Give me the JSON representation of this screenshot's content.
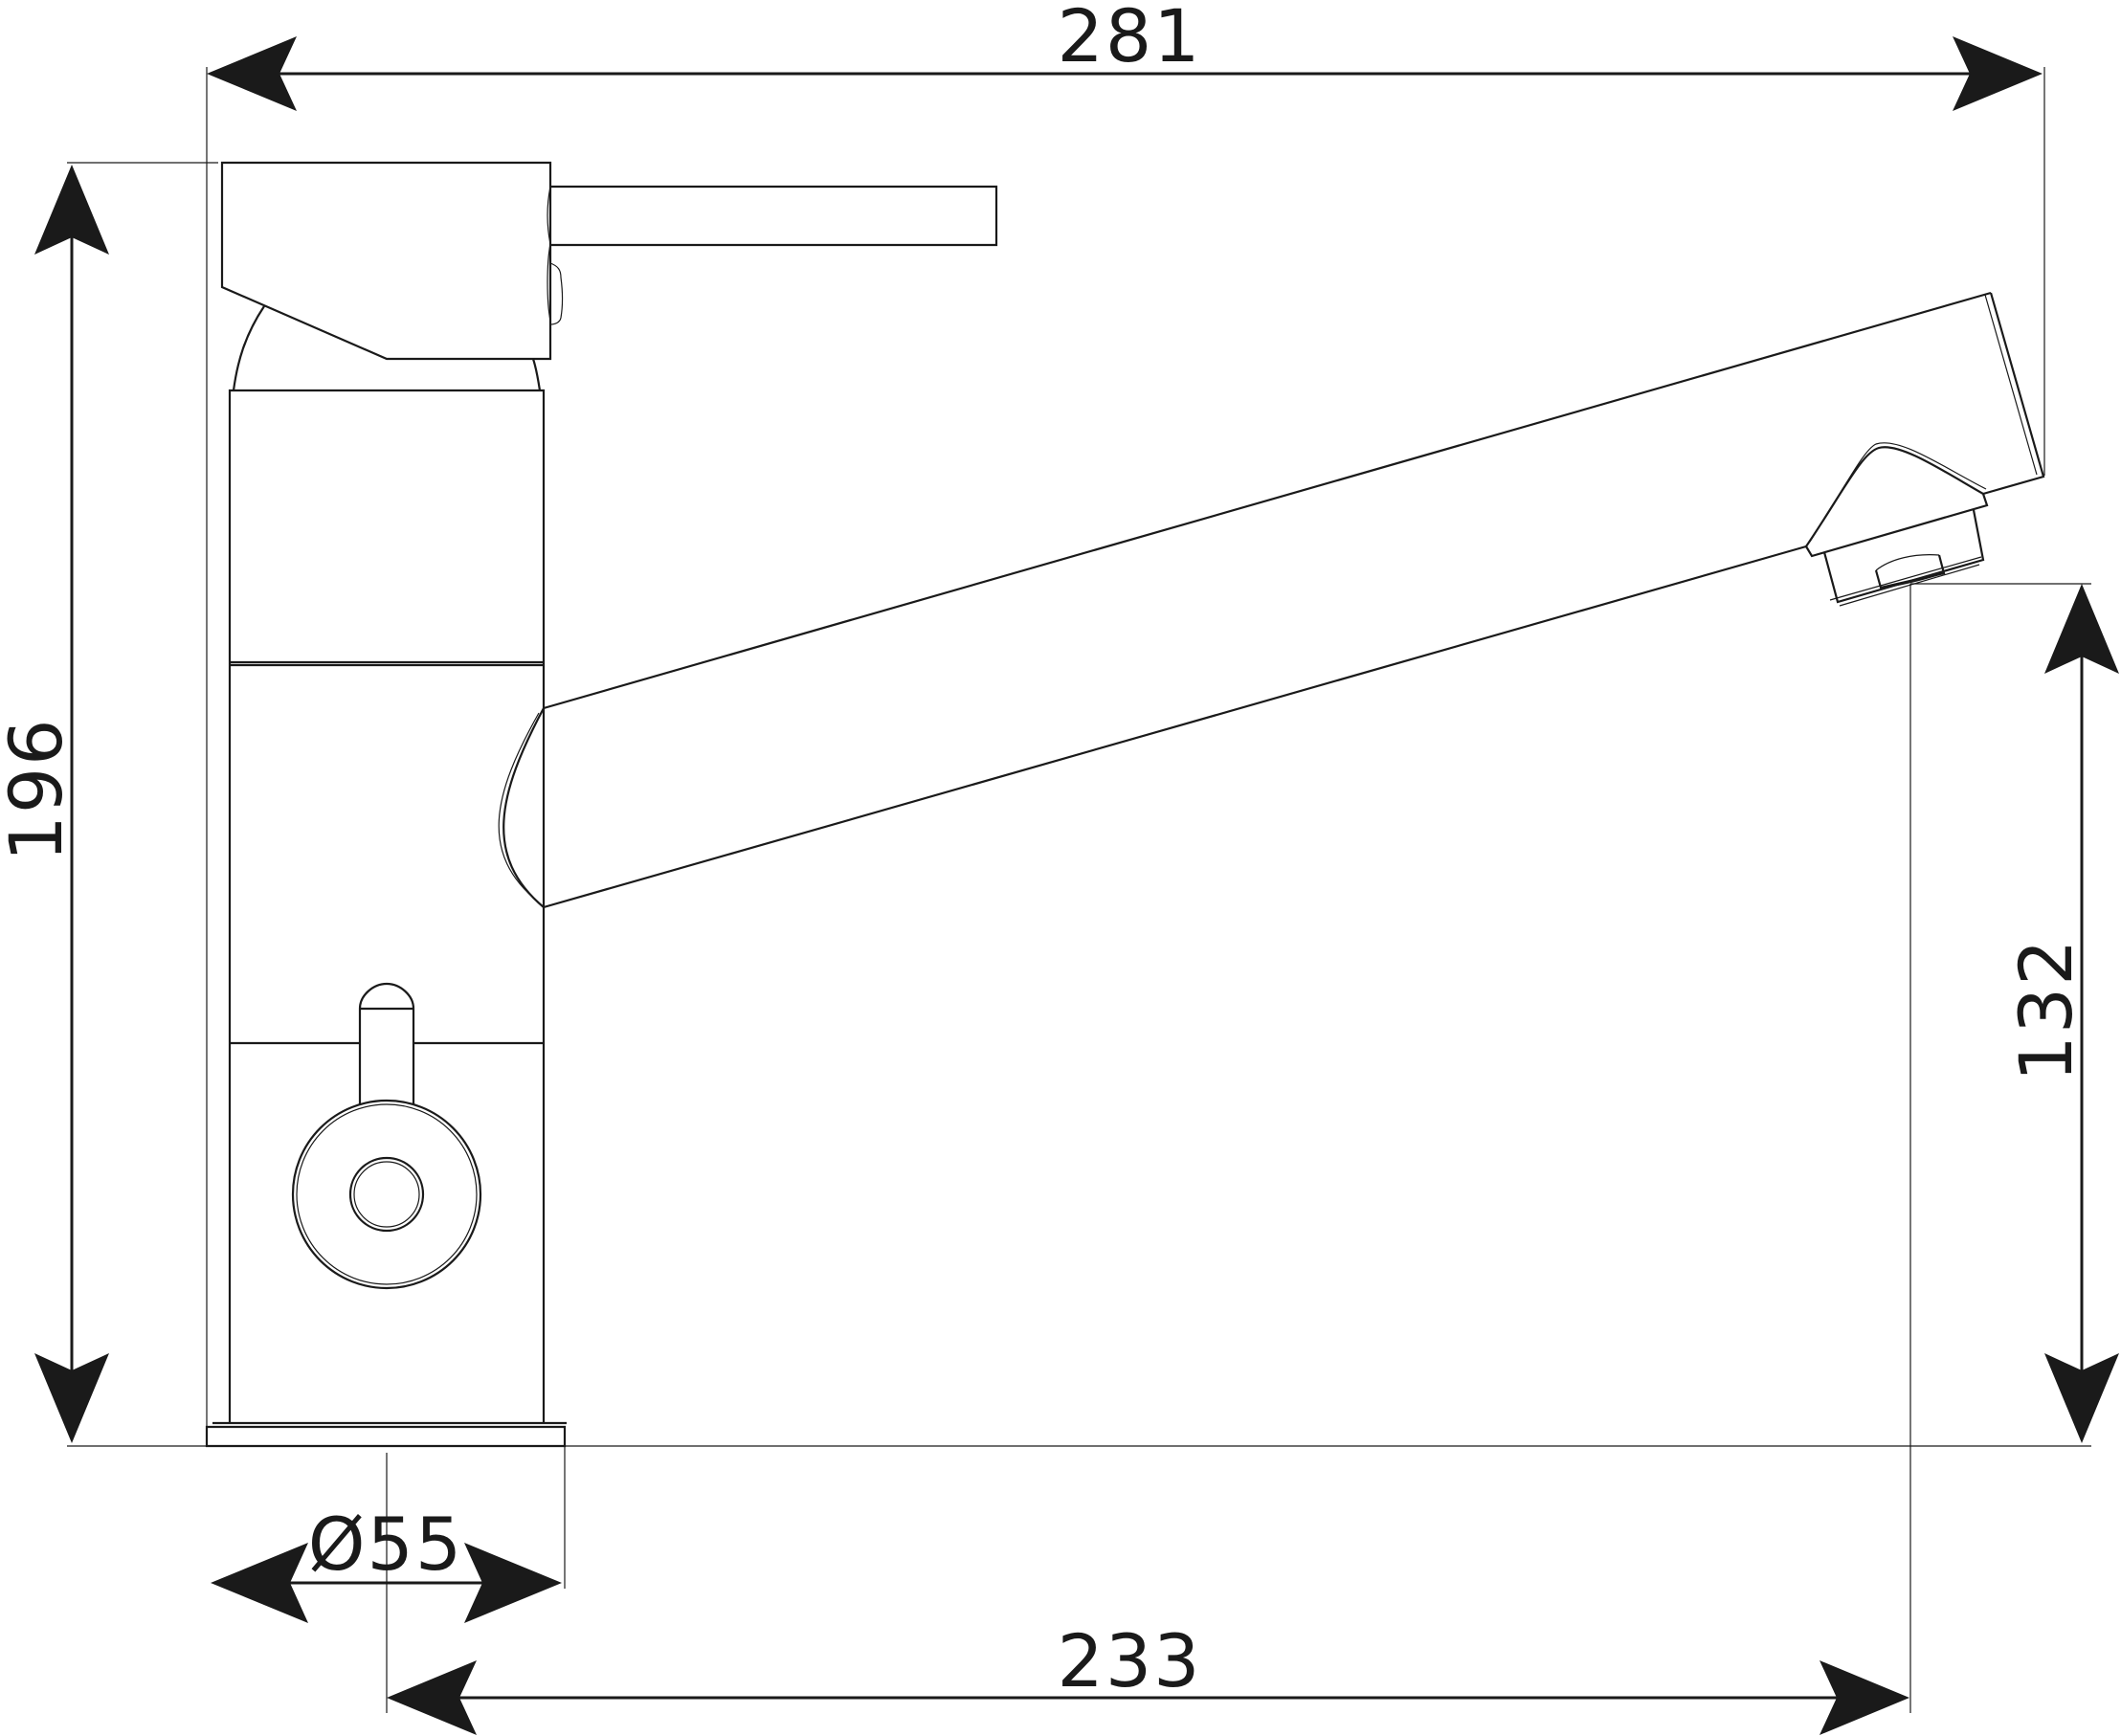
{
  "dimensions": {
    "overall_width": "281",
    "overall_height": "196",
    "spout_height": "132",
    "base_diameter": "Ø55",
    "spout_reach": "233"
  }
}
